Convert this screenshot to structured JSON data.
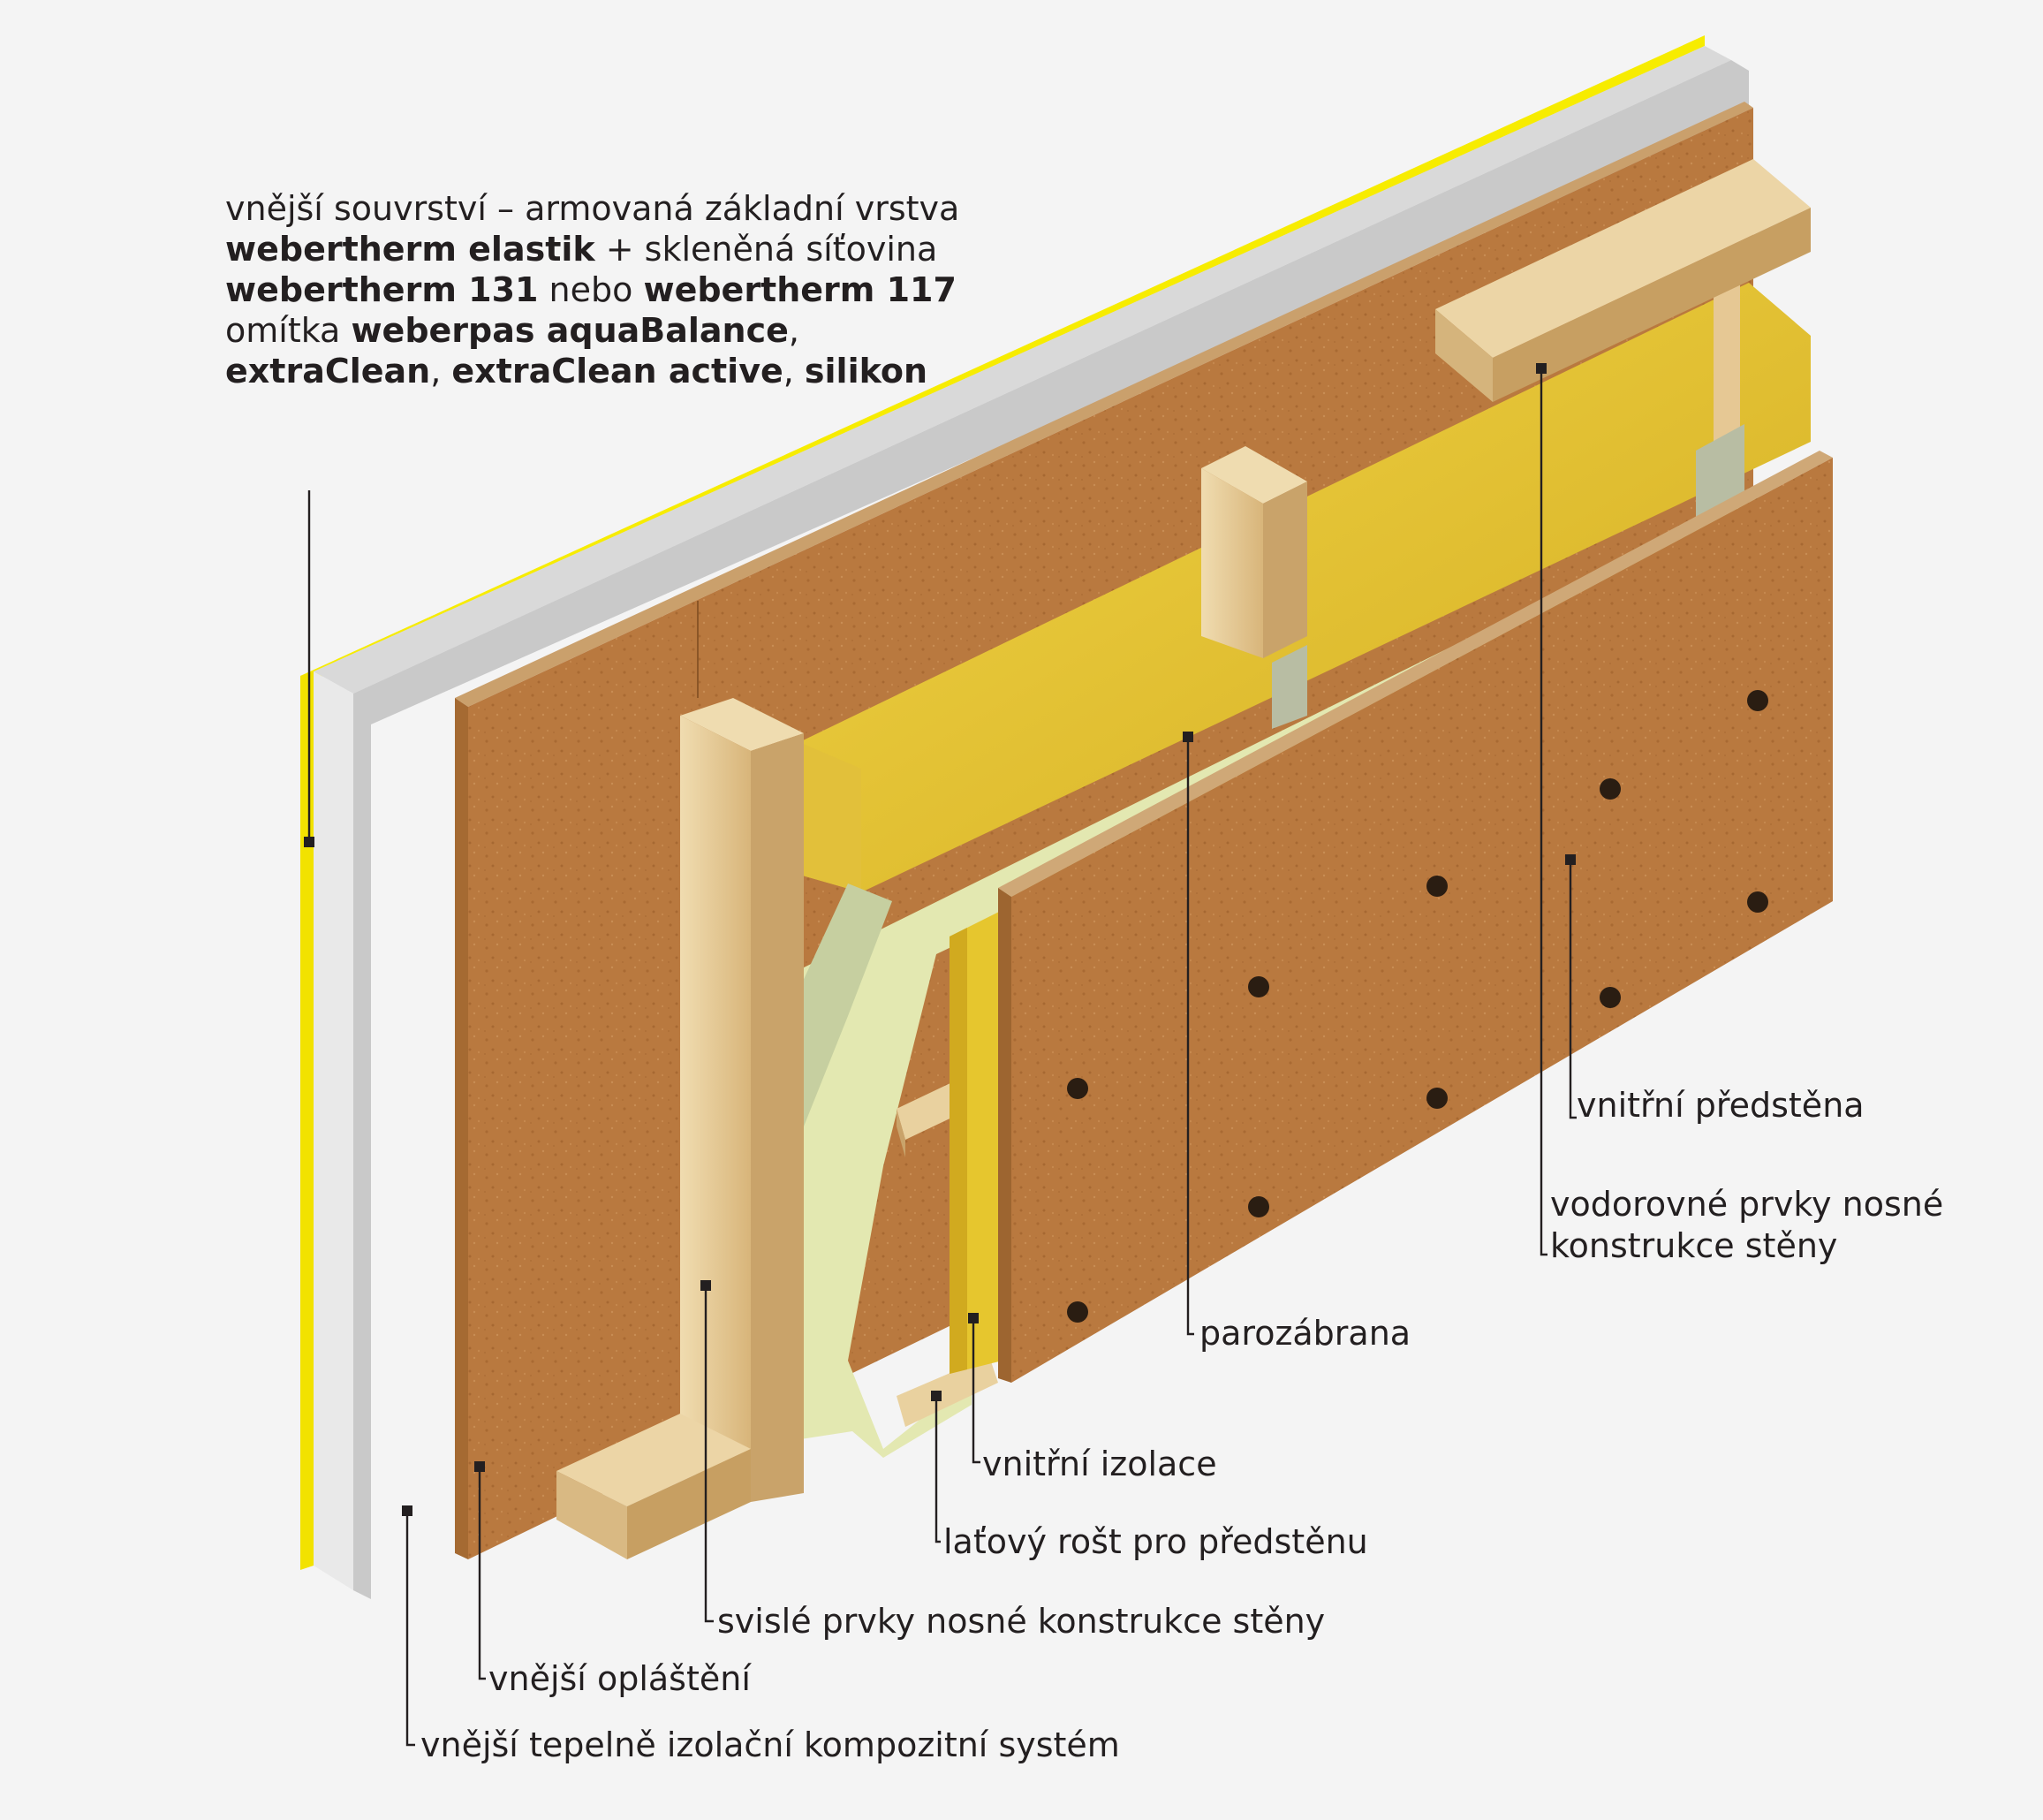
{
  "colors": {
    "background": "#f4f4f4",
    "render_coat": "#f2e600",
    "eps_board": "#e7e7e7",
    "fibreboard": "#b8783f",
    "insulation": "#e6c62e",
    "vapour_barrier": "#dfe6ac",
    "timber": "#e3c894",
    "text": "#231f20"
  },
  "top_callout": {
    "line1": "vnější souvrství – armovaná základní vrstva",
    "line2_b1": "webertherm elastik",
    "line2_t1": " + skleněná síťovina",
    "line3_b1": "webertherm 131",
    "line3_t1": " nebo ",
    "line3_b2": "webertherm 117",
    "line4_t1": "omítka ",
    "line4_b1": "weberpas aquaBalance",
    "line4_t2": ",",
    "line5_b1": "extraClean",
    "line5_t1": ", ",
    "line5_b2": "extraClean active",
    "line5_t2": ", ",
    "line5_b3": "silikon"
  },
  "labels": {
    "inner_lining": "vnitřní předstěna",
    "horizontal_members_1": "vodorovné prvky nosné",
    "horizontal_members_2": "konstrukce stěny",
    "vapour_barrier": "parozábrana",
    "inner_insulation": "vnitřní izolace",
    "batten_grid": "laťový rošt pro předstěnu",
    "vertical_members": "svislé prvky nosné konstrukce stěny",
    "outer_sheathing": "vnější opláštění",
    "etics": "vnější tepelně izolační kompozitní systém"
  }
}
